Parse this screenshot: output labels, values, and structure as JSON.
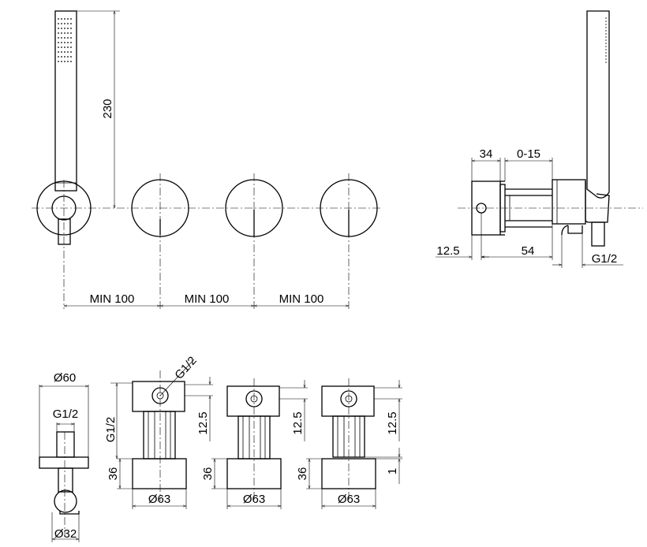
{
  "dimensions": {
    "hose_height": "230",
    "spacing_1": "MIN 100",
    "spacing_2": "MIN 100",
    "spacing_3": "MIN 100",
    "side_depth": "34",
    "side_adjust": "0-15",
    "side_offset": "12.5",
    "side_length": "54",
    "side_thread": "G1/2",
    "bracket_diameter": "Ø60",
    "bracket_thread": "G1/2",
    "bracket_outlet_diameter": "Ø32",
    "valve1_thread_top": "G1/2",
    "valve1_thread_side": "G1/2",
    "valve1_offset": "12.5",
    "valve1_height": "36",
    "valve1_diameter": "Ø63",
    "valve2_offset": "12.5",
    "valve2_height": "36",
    "valve2_diameter": "Ø63",
    "valve3_offset": "12.5",
    "valve3_height": "36",
    "valve3_gap": "1",
    "valve3_diameter": "Ø63"
  }
}
